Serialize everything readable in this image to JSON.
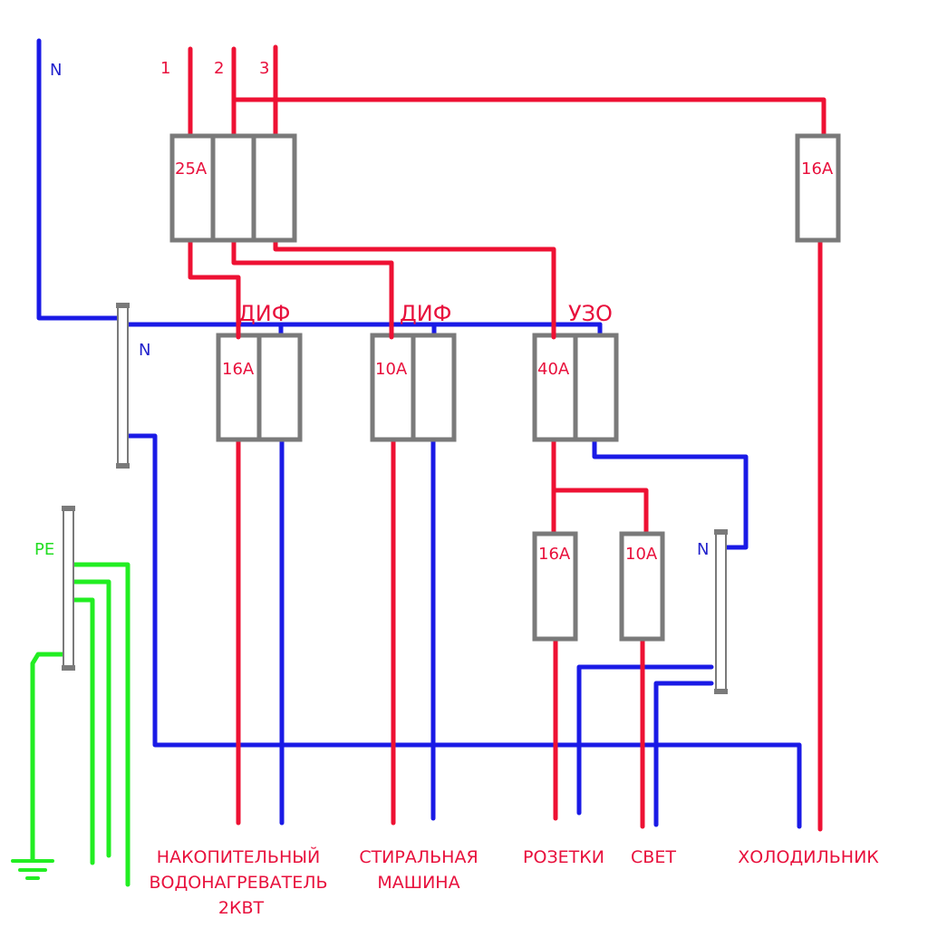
{
  "colors": {
    "phase": "#ee1133",
    "neutral": "#1a1ae6",
    "earth": "#22ee22",
    "box": "#7a7a7a",
    "label": "#e8103c",
    "n_label": "#2222cc",
    "pe_label": "#22dd22"
  },
  "inputs": {
    "n_label": "N",
    "phase1_label": "1",
    "phase2_label": "2",
    "phase3_label": "3"
  },
  "breakers": {
    "main_3p_rating": "25A",
    "fridge_rating": "16A",
    "dif1_title": "ДИФ",
    "dif1_rating": "16A",
    "dif2_title": "ДИФ",
    "dif2_rating": "10A",
    "uzo_title": "УЗО",
    "uzo_rating": "40A",
    "sockets_rating": "16A",
    "light_rating": "10A"
  },
  "busbars": {
    "n_main_label": "N",
    "pe_label": "PE",
    "n_secondary_label": "N"
  },
  "loads": {
    "heater_line1": "НАКОПИТЕЛЬНЫЙ",
    "heater_line2": "ВОДОНАГРЕВАТЕЛЬ",
    "heater_line3": "2КВТ",
    "washer_line1": "СТИРАЛЬНАЯ",
    "washer_line2": "МАШИНА",
    "sockets": "РОЗЕТКИ",
    "light": "СВЕТ",
    "fridge": "ХОЛОДИЛЬНИК"
  },
  "icons": {
    "ground": "ground-symbol-icon"
  }
}
